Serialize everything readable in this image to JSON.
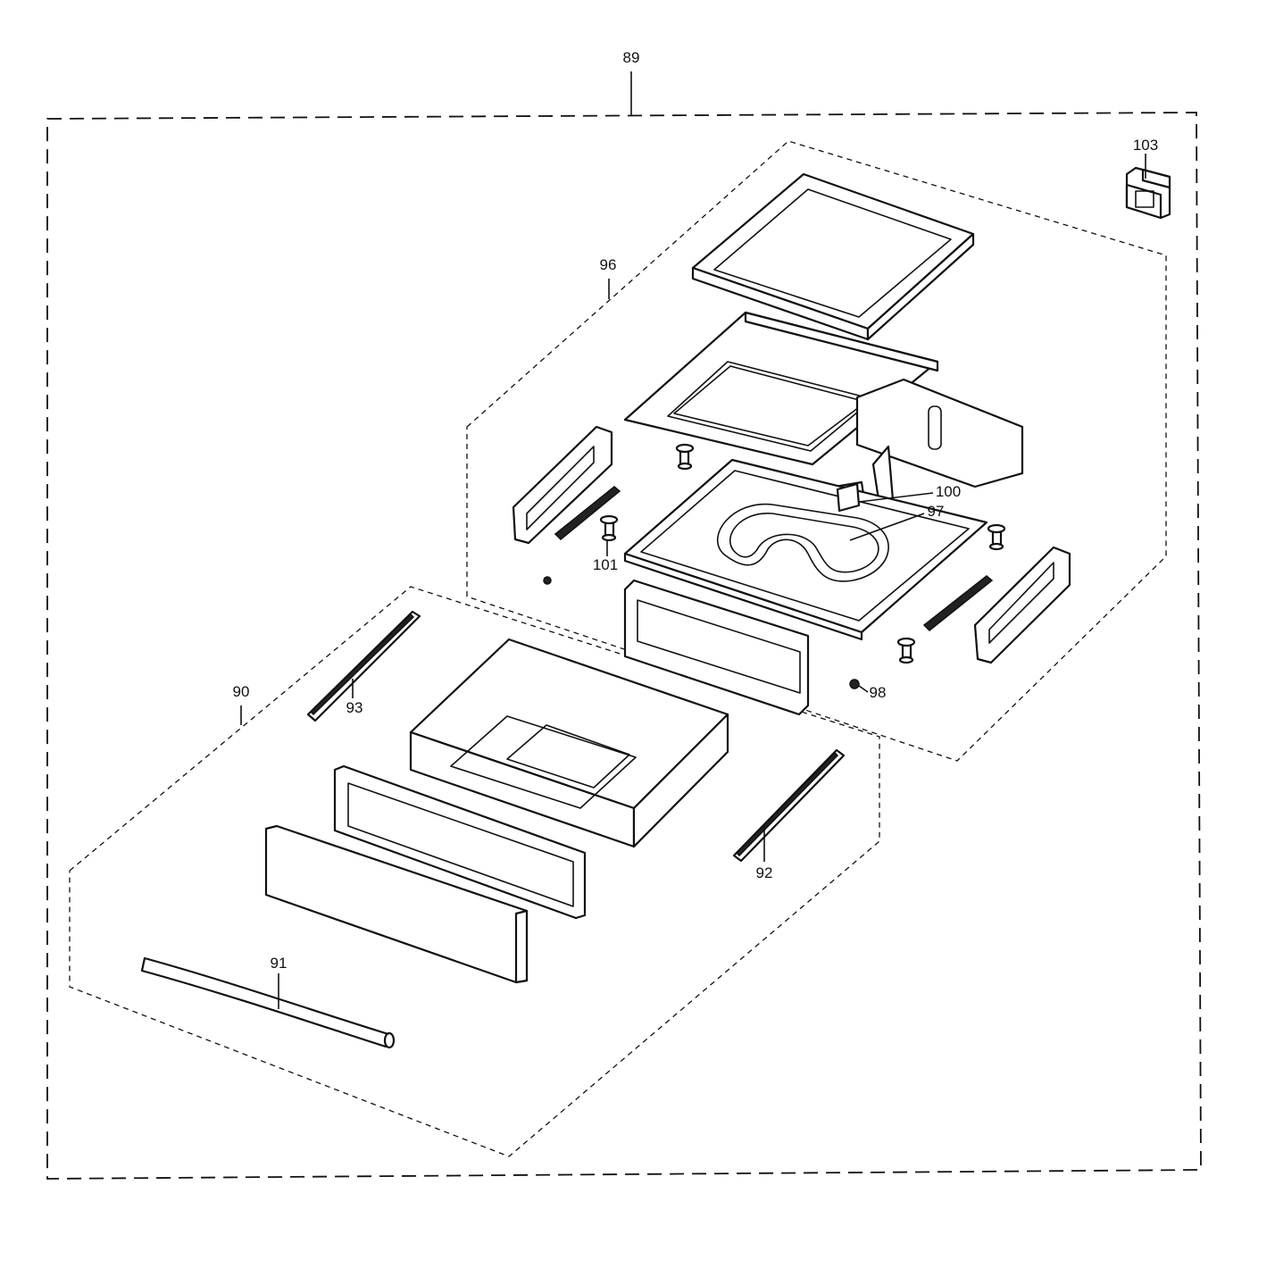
{
  "callouts": {
    "c89": "89",
    "c90": "90",
    "c91": "91",
    "c92": "92",
    "c93": "93",
    "c96": "96",
    "c97": "97",
    "c98": "98",
    "c100": "100",
    "c101": "101",
    "c103": "103"
  }
}
